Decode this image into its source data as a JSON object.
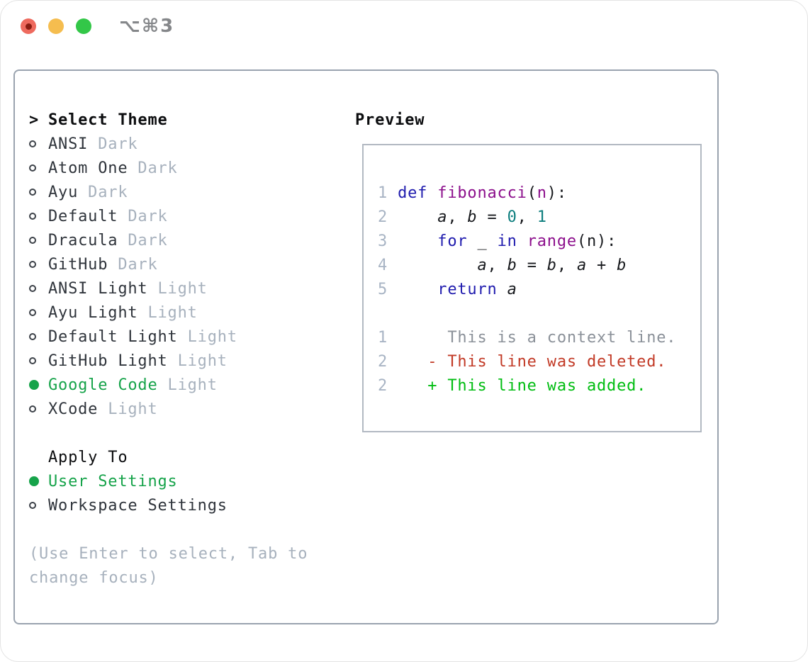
{
  "window": {
    "title_shortcut": "⌥⌘3"
  },
  "theme_selector": {
    "header": {
      "prompt": ">",
      "label": "Select Theme"
    },
    "items": [
      {
        "name": "ANSI",
        "variant": "Dark",
        "selected": false
      },
      {
        "name": "Atom One",
        "variant": "Dark",
        "selected": false
      },
      {
        "name": "Ayu",
        "variant": "Dark",
        "selected": false
      },
      {
        "name": "Default",
        "variant": "Dark",
        "selected": false
      },
      {
        "name": "Dracula",
        "variant": "Dark",
        "selected": false
      },
      {
        "name": "GitHub",
        "variant": "Dark",
        "selected": false
      },
      {
        "name": "ANSI Light",
        "variant": "Light",
        "selected": false
      },
      {
        "name": "Ayu Light",
        "variant": "Light",
        "selected": false
      },
      {
        "name": "Default Light",
        "variant": "Light",
        "selected": false
      },
      {
        "name": "GitHub Light",
        "variant": "Light",
        "selected": false
      },
      {
        "name": "Google Code",
        "variant": "Light",
        "selected": true
      },
      {
        "name": "XCode",
        "variant": "Light",
        "selected": false
      }
    ],
    "apply_to": {
      "label": "Apply To",
      "options": [
        {
          "label": "User Settings",
          "selected": true
        },
        {
          "label": "Workspace Settings",
          "selected": false
        }
      ]
    },
    "help": [
      "(Use Enter to select, Tab to",
      "change focus)"
    ]
  },
  "preview": {
    "label": "Preview",
    "code_lines": [
      {
        "tokens": [
          [
            "1 ",
            "num"
          ],
          [
            "def ",
            "kw"
          ],
          [
            "fibonacci",
            "fn"
          ],
          [
            "(",
            "pl"
          ],
          [
            "n",
            "fn"
          ],
          [
            "):",
            "pl"
          ]
        ]
      },
      {
        "tokens": [
          [
            "2 ",
            "num"
          ],
          [
            "    ",
            "pl"
          ],
          [
            "a",
            "var"
          ],
          [
            ", ",
            "pl"
          ],
          [
            "b",
            "var"
          ],
          [
            " = ",
            "pl"
          ],
          [
            "0",
            "lit"
          ],
          [
            ", ",
            "pl"
          ],
          [
            "1",
            "lit"
          ]
        ]
      },
      {
        "tokens": [
          [
            "3 ",
            "num"
          ],
          [
            "    ",
            "pl"
          ],
          [
            "for",
            "kw"
          ],
          [
            " _ ",
            "pl"
          ],
          [
            "in",
            "kw"
          ],
          [
            " ",
            "pl"
          ],
          [
            "range",
            "fn"
          ],
          [
            "(n):",
            "pl"
          ]
        ]
      },
      {
        "tokens": [
          [
            "4 ",
            "num"
          ],
          [
            "        ",
            "pl"
          ],
          [
            "a",
            "var"
          ],
          [
            ", ",
            "pl"
          ],
          [
            "b",
            "var"
          ],
          [
            " = ",
            "pl"
          ],
          [
            "b",
            "var"
          ],
          [
            ", ",
            "pl"
          ],
          [
            "a",
            "var"
          ],
          [
            " + ",
            "pl"
          ],
          [
            "b",
            "var"
          ]
        ]
      },
      {
        "tokens": [
          [
            "5 ",
            "num"
          ],
          [
            "    ",
            "pl"
          ],
          [
            "return",
            "kw"
          ],
          [
            " ",
            "pl"
          ],
          [
            "a",
            "var"
          ]
        ]
      },
      {
        "tokens": []
      },
      {
        "tokens": [
          [
            "1 ",
            "num"
          ],
          [
            "     This is a context line.",
            "ctx"
          ]
        ]
      },
      {
        "tokens": [
          [
            "2 ",
            "num"
          ],
          [
            "   - This line was deleted.",
            "del"
          ]
        ]
      },
      {
        "tokens": [
          [
            "2 ",
            "num"
          ],
          [
            "   + This line was added.",
            "add"
          ]
        ]
      }
    ]
  },
  "colors": {
    "accent_green": "#16a34a",
    "keyword_blue": "#201cae",
    "function_purple": "#8c0f8c",
    "literal_teal": "#0d7e7e",
    "code_plain": "#17191d",
    "line_number_gray": "#a8b4c4",
    "context_gray": "#8b9199",
    "deleted_red": "#c23a26",
    "added_green": "#00bd11",
    "muted_gray": "#a7b1bd",
    "text_dark": "#2f343b",
    "heading_black": "#0c0d0f",
    "panel_border": "#9aa3af",
    "preview_border": "#b2b9c2",
    "traffic_red": "#ee6a5e",
    "traffic_red_dot": "#8a1d12",
    "traffic_yellow": "#f5bd4f",
    "traffic_green": "#33c748",
    "title_gray": "#85878a"
  }
}
